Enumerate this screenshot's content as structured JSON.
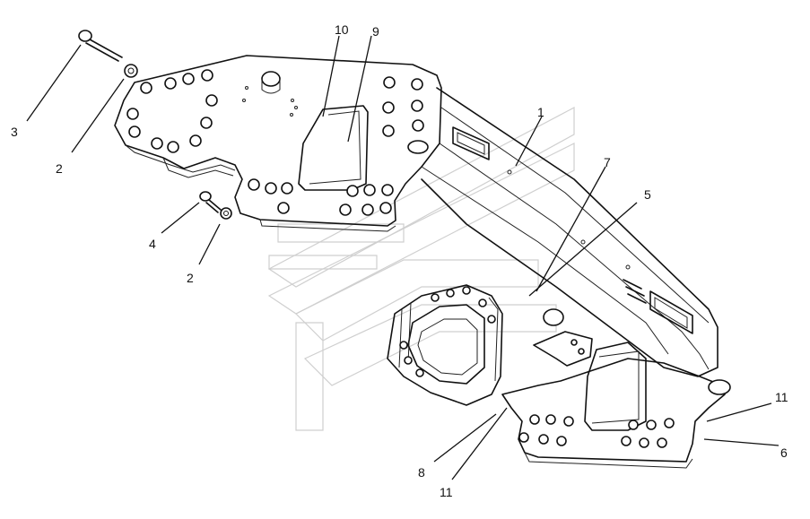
{
  "callouts": {
    "c1": "1",
    "c2a": "2",
    "c2b": "2",
    "c3": "3",
    "c4": "4",
    "c5": "5",
    "c6": "6",
    "c7": "7",
    "c8": "8",
    "c9": "9",
    "c10": "10",
    "c11a": "11",
    "c11b": "11"
  }
}
